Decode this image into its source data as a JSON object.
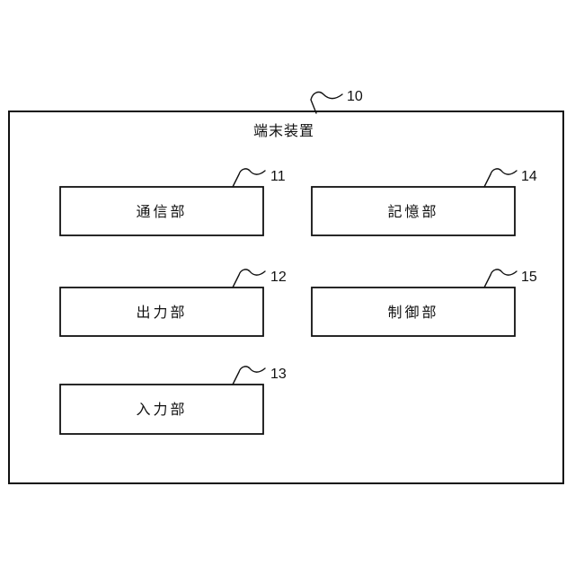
{
  "diagram": {
    "title": {
      "label": "端末装置",
      "ref": "10"
    },
    "blocks": [
      {
        "label": "通信部",
        "ref": "11"
      },
      {
        "label": "出力部",
        "ref": "12"
      },
      {
        "label": "入力部",
        "ref": "13"
      },
      {
        "label": "記憶部",
        "ref": "14"
      },
      {
        "label": "制御部",
        "ref": "15"
      }
    ],
    "colors": {
      "line": "#111111",
      "background": "#ffffff"
    }
  }
}
